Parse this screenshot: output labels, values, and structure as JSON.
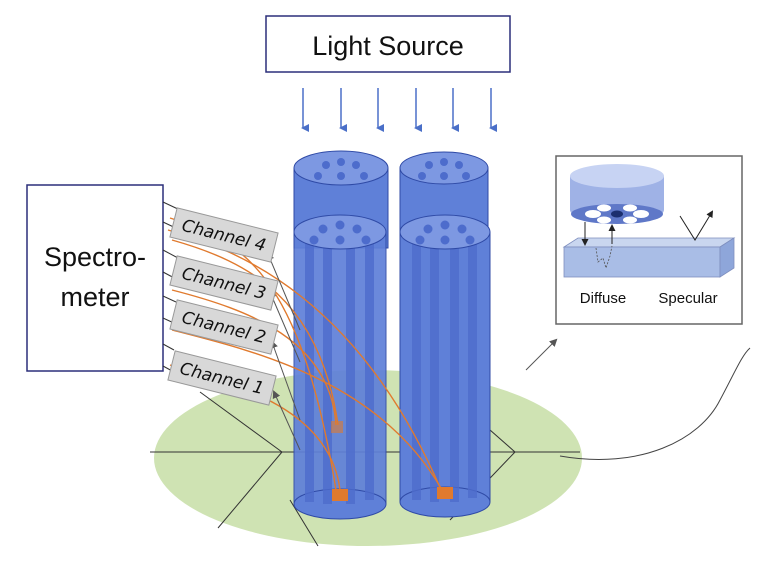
{
  "light_source": {
    "label": "Light Source"
  },
  "spectrometer": {
    "label_line1": "Spectro-",
    "label_line2": "meter"
  },
  "channels": [
    {
      "label": "Channel 4"
    },
    {
      "label": "Channel 3"
    },
    {
      "label": "Channel 2"
    },
    {
      "label": "Channel 1"
    }
  ],
  "inset": {
    "diffuse_label": "Diffuse",
    "specular_label": "Specular"
  },
  "colors": {
    "tube_fill": "#5f80d8",
    "tube_edge": "#2f4aa6",
    "ground": "#cfe3b3",
    "fiber": "#e07a2e",
    "channel_box": "#d8d8d8",
    "arrow": "#4a6fc8"
  }
}
